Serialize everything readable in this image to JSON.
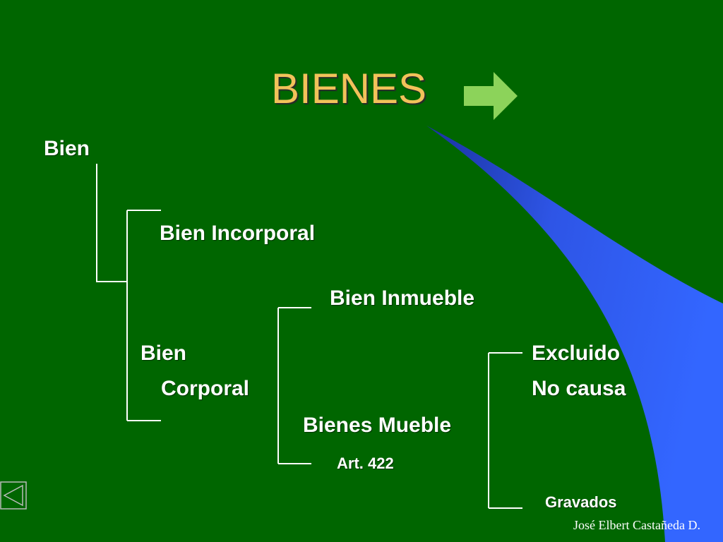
{
  "slide": {
    "title": "BIENES",
    "labels": {
      "bien": "Bien",
      "bien_incorporal": "Bien Incorporal",
      "bien_corporal_line1": "Bien",
      "bien_corporal_line2": "Corporal",
      "bien_inmueble": "Bien Inmueble",
      "bienes_mueble": "Bienes Mueble",
      "art_422": "Art. 422",
      "excluido": "Excluido",
      "no_causa": "No causa",
      "gravados": "Gravados"
    },
    "footer": "José Elbert Castañeda D."
  },
  "colors": {
    "background": "#006600",
    "title": "#f2c25a",
    "arrow": "#8cd35a",
    "swoosh_light": "#3366ff",
    "swoosh_dark": "#1a33a0",
    "text": "#ffffff"
  },
  "icons": {
    "title_arrow": "right-arrow-icon",
    "nav": "back-triangle-icon"
  }
}
